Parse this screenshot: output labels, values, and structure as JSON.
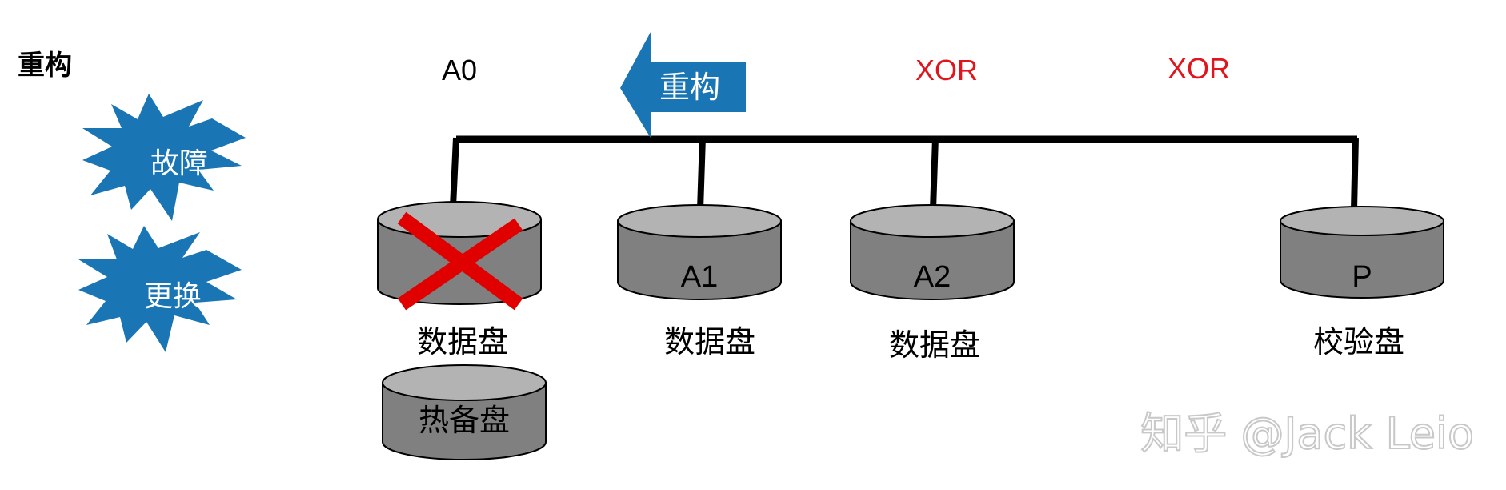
{
  "title": "重构",
  "events": {
    "fault": "故障",
    "replace": "更换"
  },
  "arrow": {
    "label": "重构",
    "color": "#1a75b5"
  },
  "bus_labels": {
    "a0": "A0",
    "xor1": "XOR",
    "xor2": "XOR",
    "xor_color": "#e0161e"
  },
  "disks": {
    "disk0": {
      "caption": "数据盘",
      "failed": true
    },
    "disk1": {
      "label": "A1",
      "caption": "数据盘"
    },
    "disk2": {
      "label": "A2",
      "caption": "数据盘"
    },
    "parity": {
      "label": "P",
      "caption": "校验盘"
    },
    "spare": {
      "label": "热备盘"
    }
  },
  "watermark": "知乎 @Jack Leio",
  "colors": {
    "starburst": "#1a75b5",
    "disk_top": "#b3b3b3",
    "disk_body": "#808080",
    "cross": "#e00000"
  }
}
